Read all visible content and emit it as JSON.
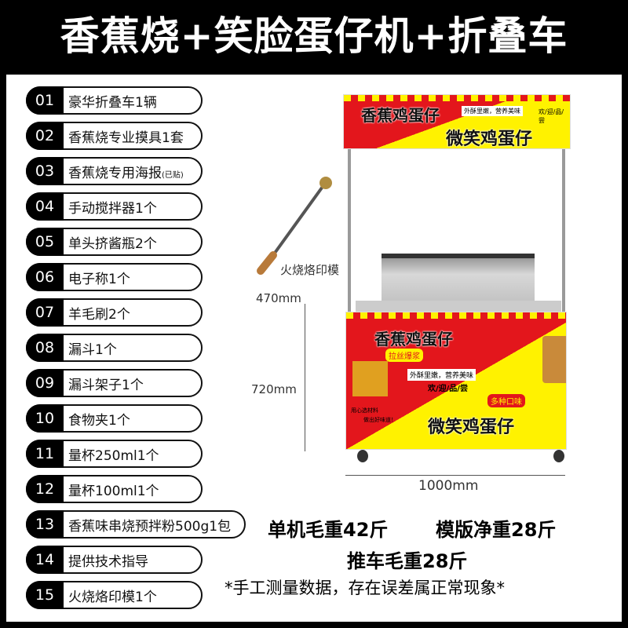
{
  "title": "香蕉烧+笑脸蛋仔机+折叠车",
  "items": [
    {
      "num": "01",
      "label": "豪华折叠车1辆"
    },
    {
      "num": "02",
      "label": "香蕉烧专业摸具1套"
    },
    {
      "num": "03",
      "label": "香蕉烧专用海报",
      "note": "(已贴)"
    },
    {
      "num": "04",
      "label": "手动搅拌器1个"
    },
    {
      "num": "05",
      "label": "单头挤酱瓶2个"
    },
    {
      "num": "06",
      "label": "电子称1个"
    },
    {
      "num": "07",
      "label": "羊毛刷2个"
    },
    {
      "num": "08",
      "label": "漏斗1个"
    },
    {
      "num": "09",
      "label": "漏斗架子1个"
    },
    {
      "num": "10",
      "label": "食物夹1个"
    },
    {
      "num": "11",
      "label": "量杯250ml1个"
    },
    {
      "num": "12",
      "label": "量杯100ml1个"
    },
    {
      "num": "13",
      "label": "香蕉味串烧预拌粉500g1包"
    },
    {
      "num": "14",
      "label": "提供技术指导"
    },
    {
      "num": "15",
      "label": "火烧烙印模1个"
    }
  ],
  "tool_label": "火烧烙印模",
  "dimensions": {
    "upper": "470mm",
    "lower": "720mm",
    "width": "1000mm"
  },
  "banner": {
    "top_left": "香蕉鸡蛋仔",
    "top_right": "微笑鸡蛋仔",
    "slogan": "外酥里嫩，营养美味",
    "welcome": "欢/迎/品/尝",
    "tag1": "拉丝爆浆",
    "tag2": "多种口味",
    "small1": "用心选材料",
    "small2": "做出好味道！"
  },
  "specs": {
    "line1a": "单机毛重42斤",
    "line1b": "模版净重28斤",
    "line2": "推车毛重28斤",
    "note": "*手工测量数据，存在误差属正常现象*"
  },
  "colors": {
    "red": "#e3161c",
    "yellow": "#fff200",
    "steel": "#c8c8c8"
  }
}
